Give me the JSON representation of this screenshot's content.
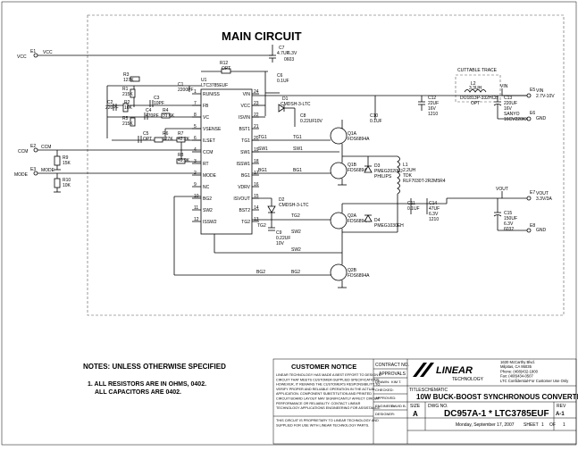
{
  "title": "MAIN CIRCUIT",
  "ic": {
    "ref": "U1",
    "part": "LTC3785EUF",
    "pins_left": [
      {
        "name": "RUN/SS",
        "num": "1"
      },
      {
        "name": "FB",
        "num": "7"
      },
      {
        "name": "VC",
        "num": "8"
      },
      {
        "name": "VSENSE",
        "num": "5"
      },
      {
        "name": "ILSET",
        "num": "6"
      },
      {
        "name": "CCM",
        "num": "4"
      },
      {
        "name": "RT",
        "num": "3"
      },
      {
        "name": "MODE",
        "num": "2"
      },
      {
        "name": "NC",
        "num": "9"
      },
      {
        "name": "BG2",
        "num": "10"
      },
      {
        "name": "SW2",
        "num": "11"
      },
      {
        "name": "ISSW2",
        "num": "12"
      }
    ],
    "pins_right": [
      {
        "name": "VIN",
        "num": "24"
      },
      {
        "name": "VCC",
        "num": "23"
      },
      {
        "name": "ISVIN",
        "num": "22"
      },
      {
        "name": "BST1",
        "num": "21"
      },
      {
        "name": "TG1",
        "num": "20"
      },
      {
        "name": "SW1",
        "num": "19"
      },
      {
        "name": "ISSW1",
        "num": "18"
      },
      {
        "name": "BG1",
        "num": "17"
      },
      {
        "name": "VDRV",
        "num": "16"
      },
      {
        "name": "ISVOUT",
        "num": "15"
      },
      {
        "name": "BST2",
        "num": "14"
      },
      {
        "name": "TG2",
        "num": "13"
      }
    ]
  },
  "labels": {
    "e1": "E1",
    "vcc_left": "VCC",
    "vcc_net": "VCC",
    "e2": "E2",
    "ccm_left": "CCM",
    "ccm_net": "CCM",
    "e3": "E3",
    "mode_left": "MODE",
    "mode_net": "MODE",
    "e5": "E5",
    "vin_net": "VIN",
    "vin_out": "VIN",
    "vin_range": "2.7V-10V",
    "e6": "E6",
    "gnd1": "GND",
    "e7": "E7",
    "vout_net": "VOUT",
    "vout_out": "VOUT",
    "vout_val": "3.3V/3A",
    "e8": "E8",
    "gnd2": "GND",
    "cuttable_trace": "CUTTABLE TRACE",
    "l2_ref": "L2",
    "l2_val": "3.3UH",
    "l2_part": "DO1813P-332HCB",
    "l2_opt": "OPT",
    "l1_ref": "L1",
    "l1_val": "2.2UH",
    "l1_mfr": "TDK",
    "l1_part": "RLF7030T-2R2M5R4",
    "tg1": "TG1",
    "sw1": "SW1",
    "bg1": "BG1",
    "sw1b": "SW1",
    "tg2": "TG2",
    "sw2": "SW2",
    "bg2": "BG2",
    "sw2b": "SW2",
    "tg2b": "TG2"
  },
  "components": {
    "r3": [
      "R3",
      "127K"
    ],
    "r1": [
      "R1",
      "215K"
    ],
    "r2": [
      "R2",
      "10K"
    ],
    "r5": [
      "R5",
      "215K"
    ],
    "c2": [
      "C2",
      "220PF"
    ],
    "c3": [
      "C3",
      "10PF"
    ],
    "c4": [
      "C4",
      "470PF"
    ],
    "r4": [
      "R4",
      "31.6K"
    ],
    "c5": [
      "C5",
      "OPT"
    ],
    "r6": [
      "R6",
      "127K"
    ],
    "r7": [
      "R7",
      "42.2K"
    ],
    "r8": [
      "R8",
      "49.9K"
    ],
    "r9": [
      "R9",
      "15K"
    ],
    "r10": [
      "R10",
      "10K"
    ],
    "c1": [
      "C1",
      "2200PF"
    ],
    "r12": [
      "R12",
      "OPT"
    ],
    "c7": [
      "C7",
      "4.7UF",
      "6.3V",
      "0603"
    ],
    "c6": [
      "C6",
      "0.1UF"
    ],
    "d1": [
      "D1",
      "CMDSH-3-LTC"
    ],
    "c8": [
      "C8",
      "0.22UF",
      "10V"
    ],
    "c10": [
      "C10",
      "0.1UF"
    ],
    "c12": [
      "C12",
      "22UF",
      "16V",
      "1210"
    ],
    "c13": [
      "C13",
      "220UF",
      "16V",
      "SANYO",
      "16CV220KX"
    ],
    "q1a": [
      "Q1A",
      "FDS6894A"
    ],
    "q1b": [
      "Q1B",
      "FDS6894A"
    ],
    "d3": [
      "D3",
      "PMEG2020EJ",
      "PHILIPS"
    ],
    "d2": [
      "D2",
      "CMDSH-3-LTC"
    ],
    "c9": [
      "C9",
      "0.22UF",
      "10V"
    ],
    "c11": [
      "C11",
      "0.1UF"
    ],
    "c14": [
      "C14",
      "47UF",
      "6.3V",
      "1210"
    ],
    "q2a": [
      "Q2A",
      "FDS6894A"
    ],
    "d4": [
      "D4",
      "PMEG1030EH"
    ],
    "c15": [
      "C15",
      "150UF",
      "6.3V",
      "6032"
    ],
    "q2b": [
      "Q2B",
      "FDS6894A"
    ]
  },
  "notes": {
    "heading": "NOTES:  UNLESS OTHERWISE SPECIFIED",
    "line1": "1.  ALL RESISTORS ARE IN OHMS, 0402.",
    "line2": "ALL CAPACITORS ARE 0402."
  },
  "title_block": {
    "customer_notice": "CUSTOMER NOTICE",
    "notice_text": [
      "LINEAR TECHNOLOGY HAS MADE A BEST EFFORT TO DESIGN A",
      "CIRCUIT THAT MEETS CUSTOMER-SUPPLIED SPECIFICATIONS;",
      "HOWEVER, IT REMAINS THE CUSTOMER'S RESPONSIBILITY TO",
      "VERIFY PROPER AND RELIABLE OPERATION IN THE ACTUAL",
      "APPLICATION. COMPONENT SUBSTITUTION AND PRINTED",
      "CIRCUIT BOARD LAYOUT MAY SIGNIFICANTLY AFFECT CIRCUIT",
      "PERFORMANCE OR RELIABILITY.  CONTACT LINEAR",
      "TECHNOLOGY APPLICATIONS ENGINEERING FOR ASSISTANCE."
    ],
    "proprietary": [
      "THIS CIRCUIT IS PROPRIETARY TO LINEAR TECHNOLOGY AND",
      "SUPPLIED FOR USE WITH LINEAR TECHNOLOGY PARTS."
    ],
    "contract_no": "CONTRACT NO.",
    "approvals": "APPROVALS",
    "drawn": "DRAWN:",
    "drawn_by": "KIM T.",
    "checked": "CHECKED:",
    "approved": "APPROVED:",
    "engineer": "ENGINEER:",
    "engineer_name": "DAVID B.",
    "designer": "DESIGNER:",
    "company_logo": "LINEAR",
    "company_sub": "TECHNOLOGY",
    "address": [
      "1630 McCarthy Blvd.",
      "Milpitas, CA 95035",
      "Phone: (408)432-1900",
      "Fax: (408)434-0507",
      "LTC Confidential-For Customer Use Only"
    ],
    "title_label": "TITLE:",
    "title_value": "SCHEMATIC",
    "subtitle": "10W BUCK-BOOST SYNCHRONOUS CONVERTER",
    "size_label": "SIZE",
    "size": "A",
    "dwg_label": "DWG NO.",
    "dwg": "DC957A-1 * LTC3785EUF",
    "rev_label": "REV",
    "rev": "A-1",
    "date": "Monday, September 17, 2007",
    "sheet_label": "SHEET",
    "sheet": "1",
    "of_label": "OF",
    "of": "1"
  }
}
